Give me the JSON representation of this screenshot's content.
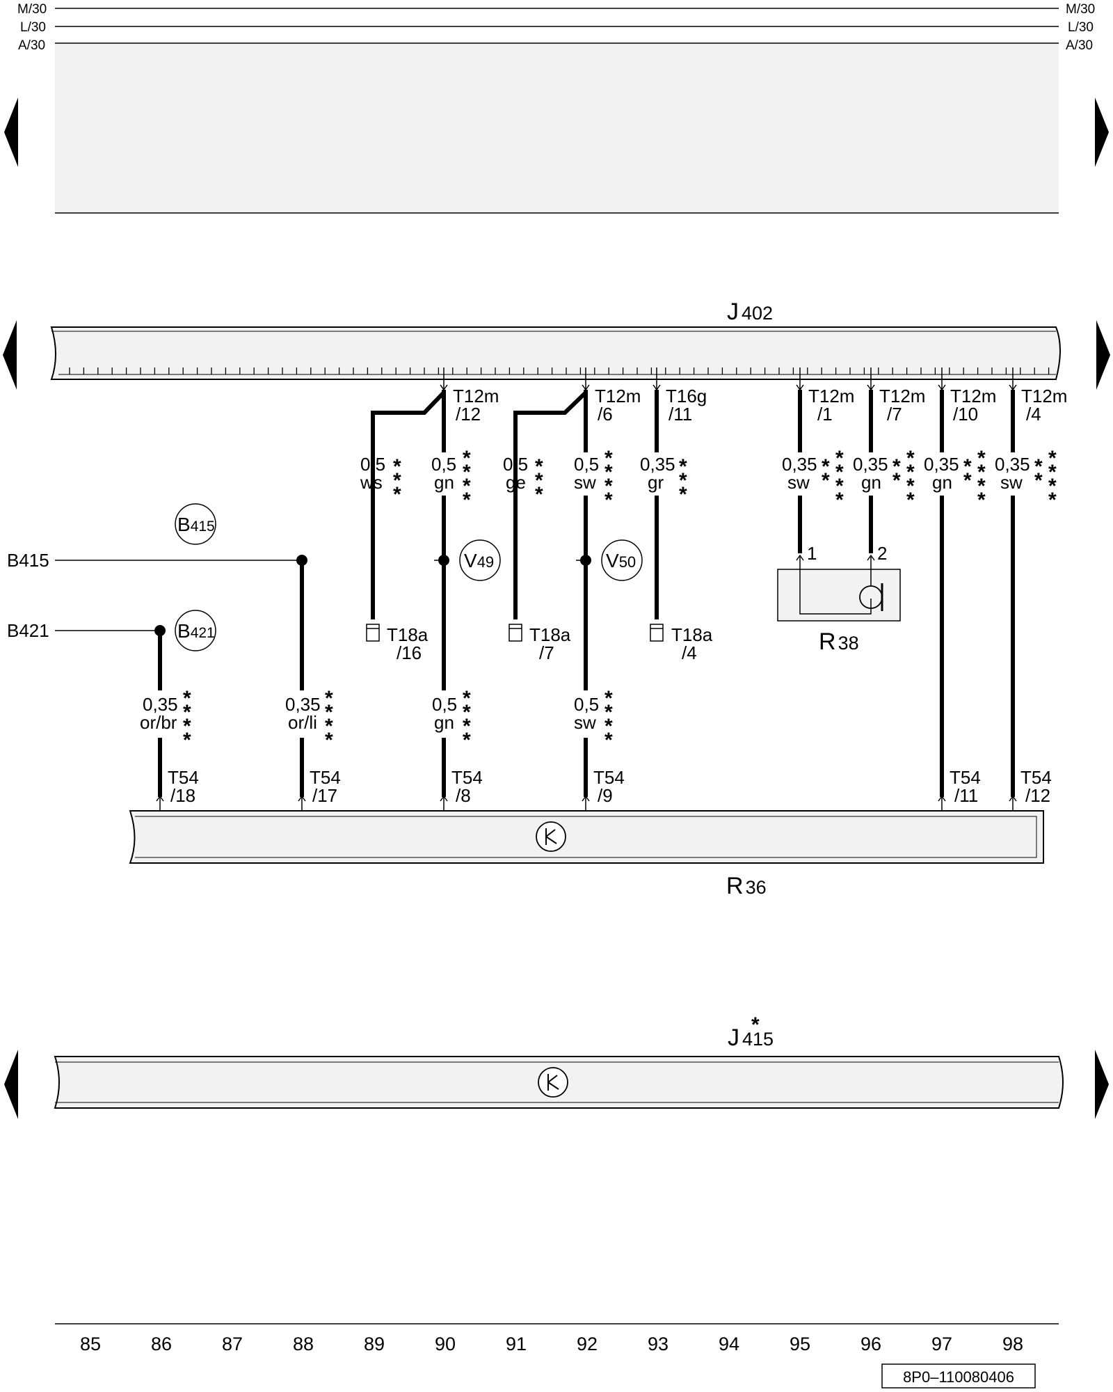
{
  "rails": {
    "left": [
      "M/30",
      "L/30",
      "A/30"
    ],
    "right": [
      "M/30",
      "L/30",
      "A/30"
    ]
  },
  "components": {
    "j402": {
      "letter": "J",
      "number": "402"
    },
    "r36": {
      "letter": "R",
      "number": "36"
    },
    "r38": {
      "letter": "R",
      "number": "38"
    },
    "j415": {
      "letter": "J",
      "number": "415",
      "mark": "*"
    }
  },
  "circle_labels": {
    "b415": {
      "letter": "B",
      "number": "415"
    },
    "b421": {
      "letter": "B",
      "number": "421"
    },
    "v49": {
      "letter": "V",
      "number": "49"
    },
    "v50": {
      "letter": "V",
      "number": "50"
    }
  },
  "wire_refs": {
    "b415": "B415",
    "b421": "B421"
  },
  "top_connectors": [
    {
      "name": "T12m",
      "pin": "/12"
    },
    {
      "name": "T12m",
      "pin": "/6"
    },
    {
      "name": "T16g",
      "pin": "/11"
    },
    {
      "name": "T12m",
      "pin": "/1"
    },
    {
      "name": "T12m",
      "pin": "/7"
    },
    {
      "name": "T12m",
      "pin": "/10"
    },
    {
      "name": "T12m",
      "pin": "/4"
    }
  ],
  "upper_wires": [
    {
      "size": "0,5",
      "color": "ws",
      "stars": 3
    },
    {
      "size": "0,5",
      "color": "gn",
      "stars": 4
    },
    {
      "size": "0,5",
      "color": "ge",
      "stars": 3
    },
    {
      "size": "0,5",
      "color": "sw",
      "stars": 4
    },
    {
      "size": "0,35",
      "color": "gr",
      "stars": 3
    },
    {
      "size": "0,35",
      "color": "sw",
      "stars": 4
    },
    {
      "size": "0,35",
      "color": "gn",
      "stars": 4
    },
    {
      "size": "0,35",
      "color": "gn",
      "stars": 4
    },
    {
      "size": "0,35",
      "color": "sw",
      "stars": 4
    }
  ],
  "t18a": [
    {
      "name": "T18a",
      "pin": "/16"
    },
    {
      "name": "T18a",
      "pin": "/7"
    },
    {
      "name": "T18a",
      "pin": "/4"
    }
  ],
  "r38_pins": [
    "1",
    "2"
  ],
  "lower_wires": [
    {
      "size": "0,35",
      "color": "or/br",
      "stars": 4
    },
    {
      "size": "0,35",
      "color": "or/li",
      "stars": 4
    },
    {
      "size": "0,5",
      "color": "gn",
      "stars": 4
    },
    {
      "size": "0,5",
      "color": "sw",
      "stars": 4
    }
  ],
  "bottom_connectors": [
    {
      "name": "T54",
      "pin": "/18"
    },
    {
      "name": "T54",
      "pin": "/17"
    },
    {
      "name": "T54",
      "pin": "/8"
    },
    {
      "name": "T54",
      "pin": "/9"
    },
    {
      "name": "T54",
      "pin": "/11"
    },
    {
      "name": "T54",
      "pin": "/12"
    }
  ],
  "grid_numbers": [
    "85",
    "86",
    "87",
    "88",
    "89",
    "90",
    "91",
    "92",
    "93",
    "94",
    "95",
    "96",
    "97",
    "98"
  ],
  "doc_code": "8P0–110080406"
}
